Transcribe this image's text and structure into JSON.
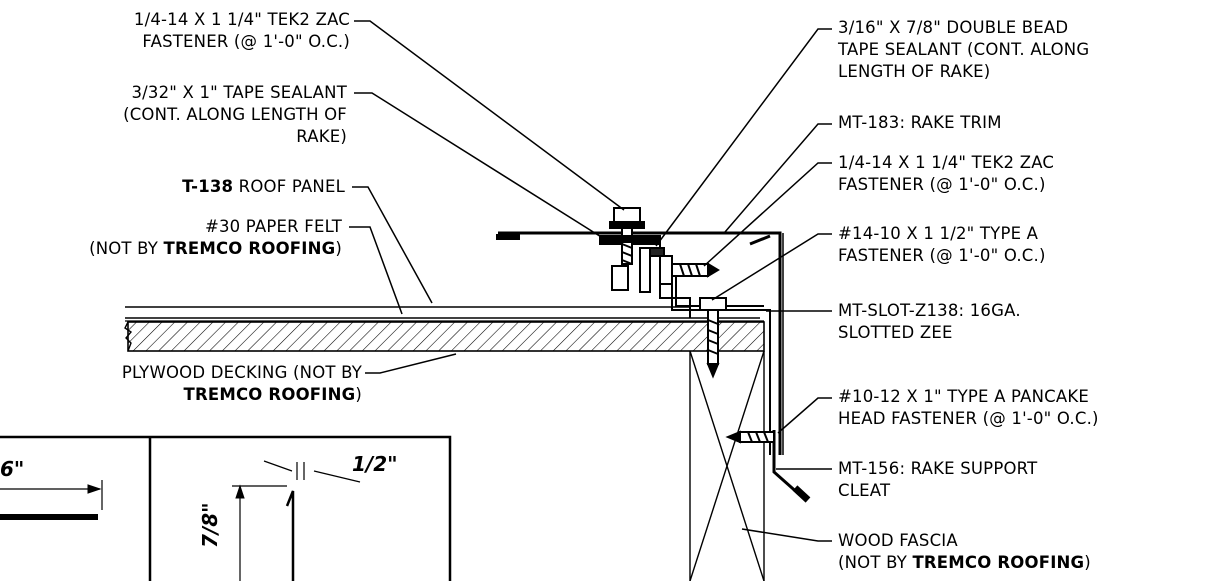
{
  "callouts_left": {
    "tek2_fastener": {
      "line1": "1/4-14 X 1 1/4\" TEK2 ZAC",
      "line2": "FASTENER (@ 1'-0\" O.C.)"
    },
    "tape_sealant": {
      "line1": "3/32\" X 1\" TAPE SEALANT",
      "line2": "(CONT. ALONG LENGTH OF",
      "line3": "RAKE)"
    },
    "roof_panel": {
      "bold": "T-138",
      "rest": " ROOF PANEL"
    },
    "paper_felt": {
      "line1": "#30 PAPER FELT",
      "line2_pre": "(NOT BY ",
      "line2_bold": "TREMCO ROOFING",
      "line2_post": ")"
    },
    "plywood": {
      "line1": "PLYWOOD DECKING (NOT BY",
      "line2_bold": "TREMCO ROOFING",
      "line2_post": ")"
    }
  },
  "callouts_right": {
    "double_bead": {
      "line1": "3/16\" X 7/8\" DOUBLE BEAD",
      "line2": "TAPE SEALANT (CONT. ALONG",
      "line3": "LENGTH OF RAKE)"
    },
    "rake_trim": {
      "line1": "MT-183: RAKE TRIM"
    },
    "tek2_fastener": {
      "line1": "1/4-14 X 1 1/4\" TEK2 ZAC",
      "line2": "FASTENER (@ 1'-0\" O.C.)"
    },
    "type_a_fastener": {
      "line1": "#14-10 X 1 1/2\" TYPE A",
      "line2": "FASTENER (@ 1'-0\" O.C.)"
    },
    "slotted_zee": {
      "line1": "MT-SLOT-Z138: 16GA.",
      "line2": "SLOTTED ZEE"
    },
    "pancake_fastener": {
      "line1": "#10-12 X 1\" TYPE A PANCAKE",
      "line2": "HEAD  FASTENER (@ 1'-0\" O.C.)"
    },
    "support_cleat": {
      "line1": "MT-156: RAKE SUPPORT",
      "line2": "CLEAT"
    },
    "wood_fascia": {
      "line1": "WOOD FASCIA",
      "line2_pre": "(NOT BY ",
      "line2_bold": "TREMCO ROOFING",
      "line2_post": ")"
    }
  },
  "inset_dims": {
    "left_dim": "6\"",
    "half_inch": "1/2\"",
    "seven_eighths": "7/8\""
  }
}
